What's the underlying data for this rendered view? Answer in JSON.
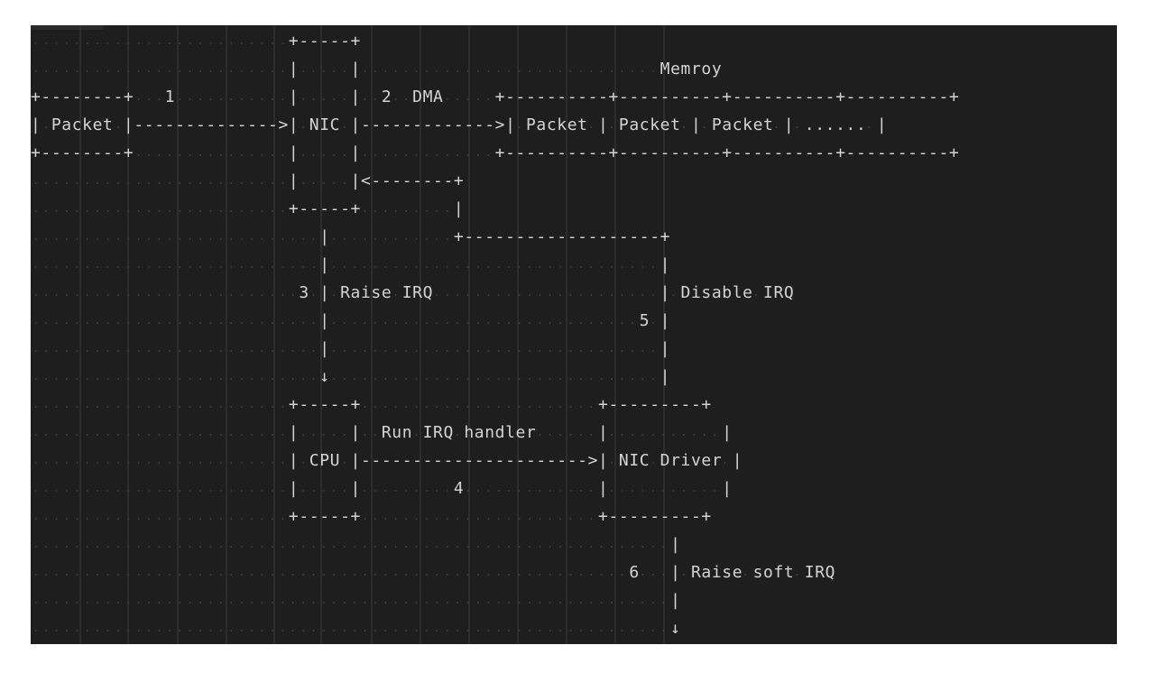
{
  "diagram": {
    "lines": [
      "                         +-----+",
      "                         |     |                             Memroy",
      "+--------+   1           |     |  2  DMA     +----------+----------+----------+----------+",
      "| Packet |-------------->| NIC |------------->| Packet | Packet | Packet | ...... |",
      "+--------+               |     |             +----------+----------+----------+----------+",
      "                         |     |<--------+",
      "                         +-----+         |",
      "                            |            +-------------------+",
      "                            |                                |",
      "                          3 | Raise IRQ                      | Disable IRQ",
      "                            |                              5 |",
      "                            |                                |",
      "                            ↓                                |",
      "                         +-----+                       +---------+",
      "                         |     |  Run IRQ handler      |           |",
      "                         | CPU |---------------------->| NIC Driver |",
      "                         |     |         4             |           |",
      "                         +-----+                       +---------+",
      "                                                              |",
      "                                                          6   | Raise soft IRQ",
      "                                                              |",
      "                                                              ↓"
    ]
  },
  "colors": {
    "background": "#1e1e1e",
    "text": "#d4d4d4",
    "whitespace_dots": "#4a4a4a",
    "indent_guides": "#3c3c3c"
  }
}
